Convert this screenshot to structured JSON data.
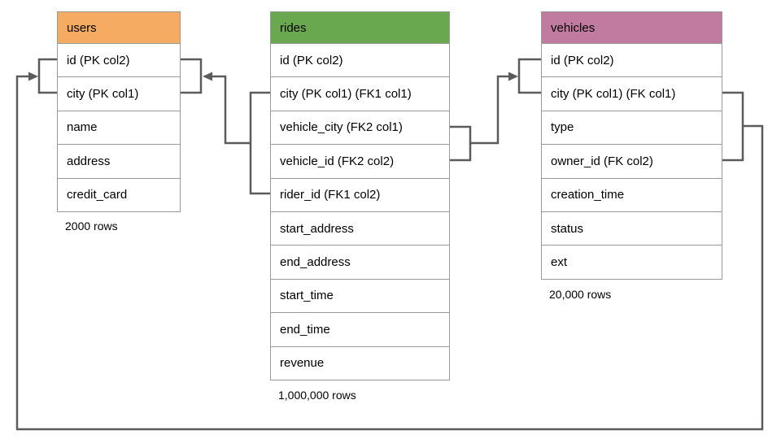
{
  "diagram": {
    "colors": {
      "connector": "#5b5b5b",
      "cell_border": "#999999",
      "users_header": "#f6ab63",
      "rides_header": "#6aa84f",
      "vehicles_header": "#c27ba0"
    },
    "tables": [
      {
        "name": "users",
        "header_color": "#f6ab63",
        "columns": [
          "id (PK col2)",
          "city (PK col1)",
          "name",
          "address",
          "credit_card"
        ],
        "rows_caption": "2000 rows"
      },
      {
        "name": "rides",
        "header_color": "#6aa84f",
        "columns": [
          "id (PK col2)",
          "city (PK col1) (FK1 col1)",
          "vehicle_city (FK2 col1)",
          "vehicle_id (FK2 col2)",
          "rider_id (FK1 col2)",
          "start_address",
          "end_address",
          "start_time",
          "end_time",
          "revenue"
        ],
        "rows_caption": "1,000,000 rows"
      },
      {
        "name": "vehicles",
        "header_color": "#c27ba0",
        "columns": [
          "id (PK col2)",
          "city (PK col1) (FK col1)",
          "type",
          "owner_id (FK col2)",
          "creation_time",
          "status",
          "ext"
        ],
        "rows_caption": "20,000 rows"
      }
    ],
    "relationships": [
      {
        "name": "rides_fk1_users",
        "from_table": "rides",
        "from_columns": [
          "city (FK1 col1)",
          "rider_id (FK1 col2)"
        ],
        "to_table": "users",
        "to_columns": [
          "id (PK col2)",
          "city (PK col1)"
        ]
      },
      {
        "name": "rides_fk2_vehicles",
        "from_table": "rides",
        "from_columns": [
          "vehicle_city (FK2 col1)",
          "vehicle_id (FK2 col2)"
        ],
        "to_table": "vehicles",
        "to_columns": [
          "id (PK col2)",
          "city (PK col1)"
        ]
      },
      {
        "name": "vehicles_fk_users",
        "from_table": "vehicles",
        "from_columns": [
          "city (FK col1)",
          "owner_id (FK col2)"
        ],
        "to_table": "users",
        "to_columns": [
          "id (PK col2)",
          "city (PK col1)"
        ]
      }
    ]
  }
}
